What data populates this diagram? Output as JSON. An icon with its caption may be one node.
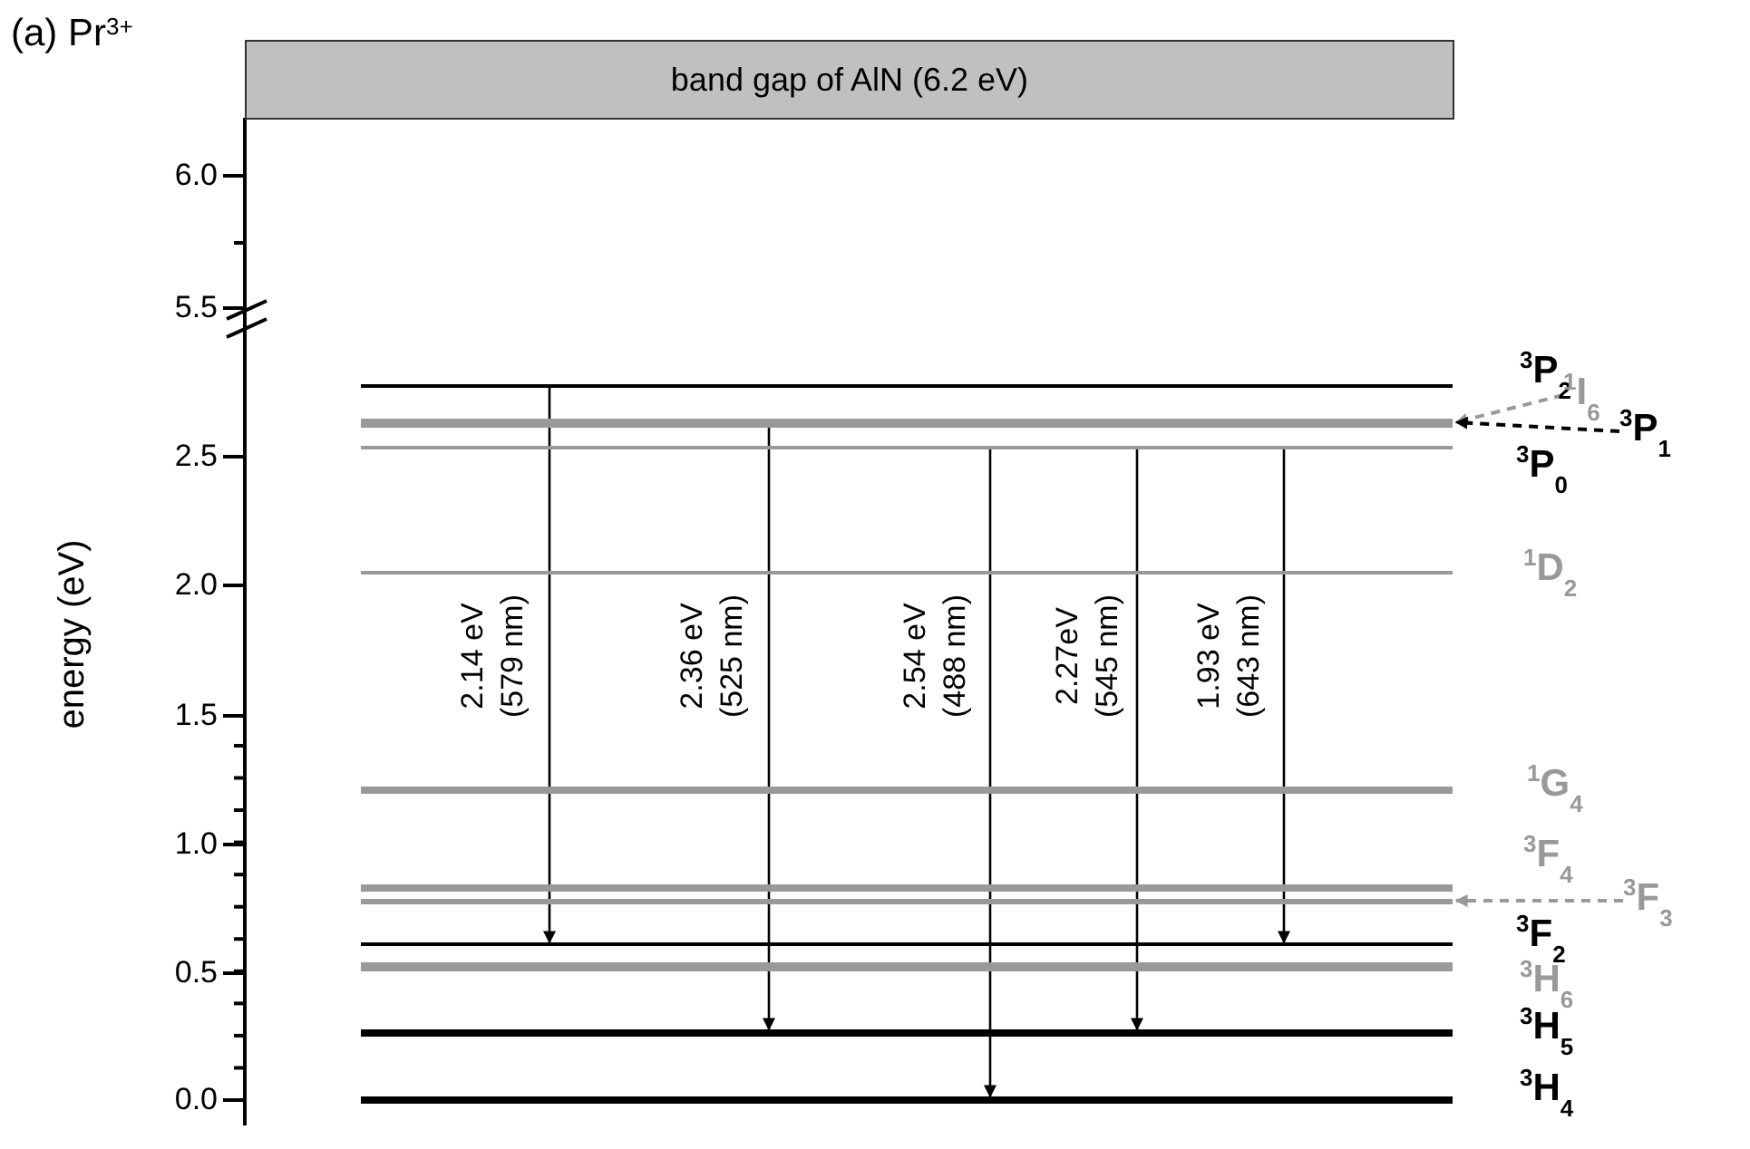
{
  "diagram": {
    "title": "(a) Pr$^{3+}$",
    "nodes": [
      {
        "text": [
          "band gap of AlN (6.2 eV)"
        ]
      },
      {
        "text": [],
        "shape": "bar"
      },
      {
        "text": [],
        "shape": "bar"
      },
      {
        "text": [
          "$^{1}$I$_{6}$"
        ]
      },
      {
        "text": [
          "$^{3}$P$_{1}$"
        ]
      },
      {
        "text": [],
        "shape": "bar"
      },
      {
        "text": [],
        "shape": "bar",
        "beside": [
          "$^{1}$D$_{2}$"
        ]
      },
      {
        "text": [],
        "shape": "bar",
        "beside": [
          "$^{1}$G$_{4}$"
        ]
      },
      {
        "text": [],
        "shape": "bar",
        "beside": [
          "$^{3}$F$_{4}$"
        ]
      },
      {
        "text": [],
        "shape": "bar"
      },
      {
        "text": [
          "$^{3}$F$_{3}$"
        ]
      },
      {
        "text": [],
        "shape": "bar",
        "beside": [
          "$^{3}$F$_{2}$"
        ]
      },
      {
        "text": [],
        "shape": "bar",
        "beside": [
          "$^{3}$H$_{6}$"
        ]
      },
      {
        "text": [],
        "shape": "bar",
        "beside": [
          "$^{3}$H$_{5}$"
        ]
      },
      {
        "text": [],
        "shape": "bar",
        "beside": [
          "$^{3}$H$_{4}$"
        ]
      }
    ],
    "edges": [
      {
        "from": 1,
        "to": 11,
        "arrow": "to",
        "label": "2.14 eV (579 nm)"
      },
      {
        "from": 2,
        "to": 13,
        "arrow": "to",
        "label": "2.36 eV (525 nm)"
      },
      {
        "from": 5,
        "to": 14,
        "arrow": "to",
        "label": "2.54 eV (488 nm)"
      },
      {
        "from": 5,
        "to": 13,
        "arrow": "to",
        "label": "2.27eV (545 nm)"
      },
      {
        "from": 5,
        "to": 11,
        "arrow": "to",
        "label": "1.93 eV (643 nm)"
      },
      {
        "from": 3,
        "to": 2,
        "arrow": "to",
        "style": "dashed",
        "color": "#999999"
      },
      {
        "from": 4,
        "to": 2,
        "arrow": "to",
        "style": "dashed"
      },
      {
        "from": 10,
        "to": 9,
        "arrow": "to",
        "style": "dashed",
        "color": "#999999"
      }
    ],
    "labels": [
      "6.0",
      "5.5",
      "2.5",
      "2.0",
      "1.5",
      "1.0",
      "0.5",
      "0.0",
      "energy (eV)",
      "$^{3}$P$_{2}$",
      "$^{3}$P$_{0}$"
    ]
  }
}
